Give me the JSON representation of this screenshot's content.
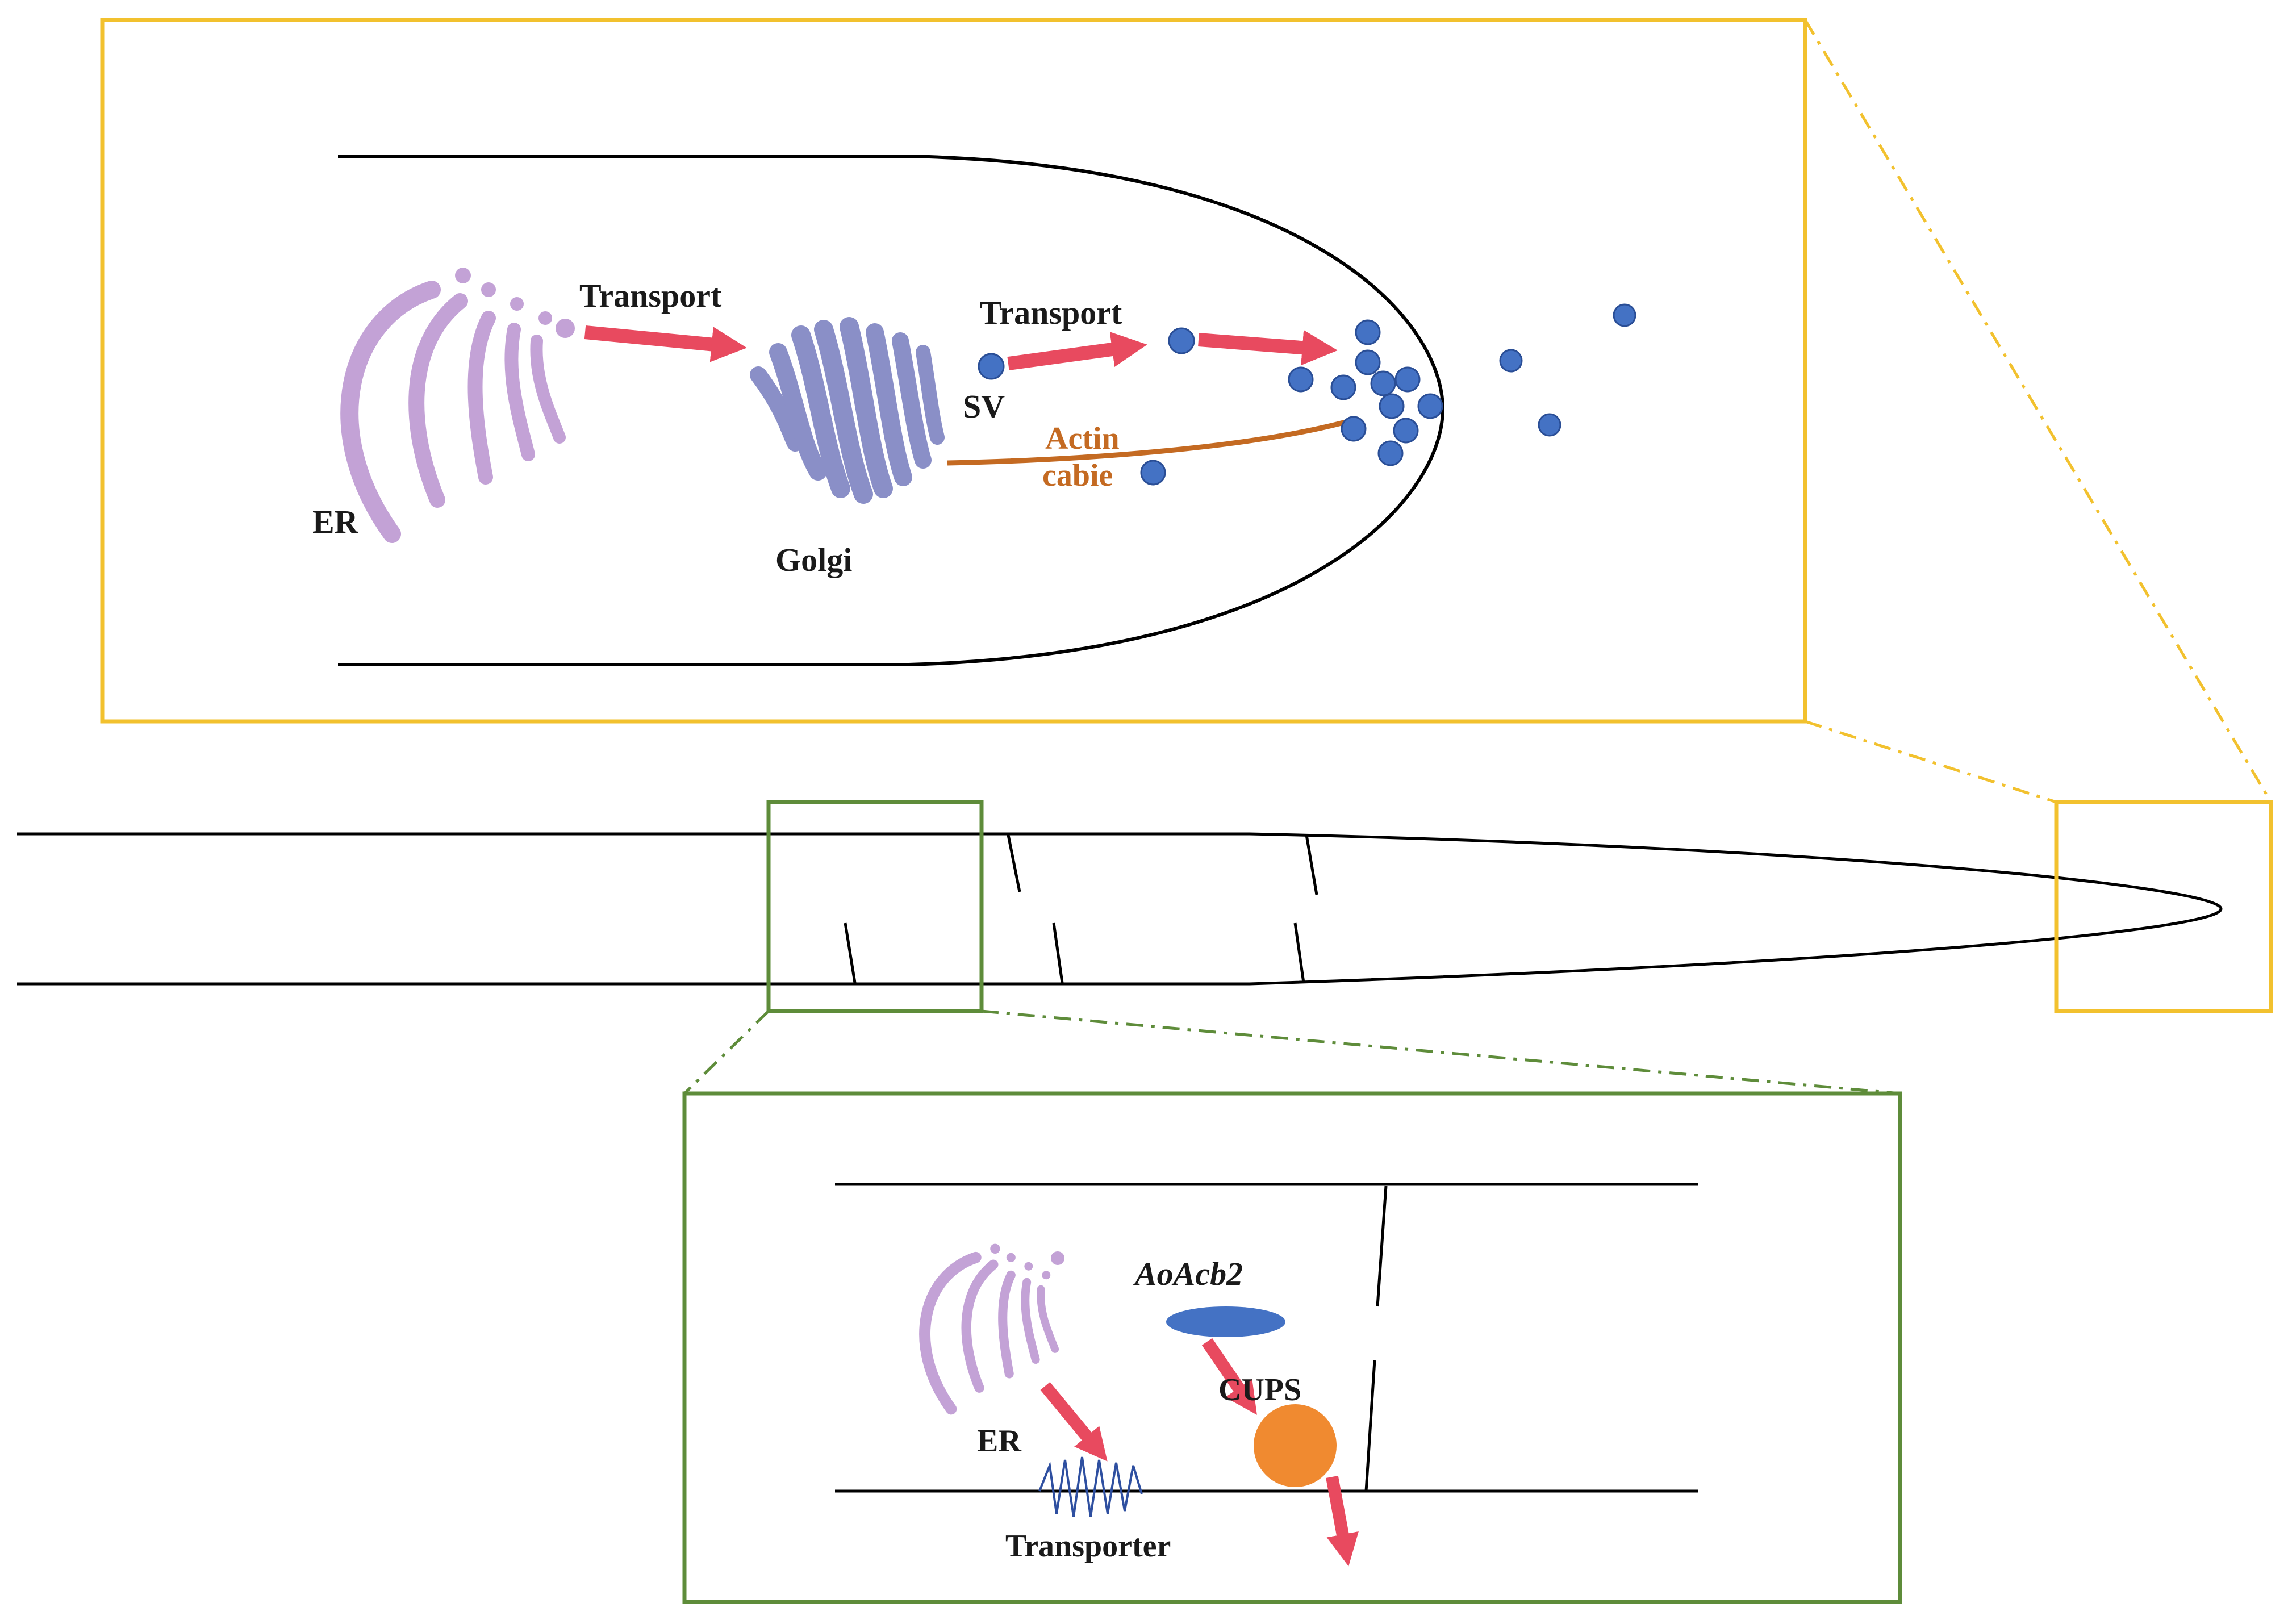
{
  "labels": {
    "top_er": "ER",
    "top_transport_1": "Transport",
    "golgi": "Golgi",
    "top_transport_2": "Transport",
    "sv": "SV",
    "actin_line1": "Actin",
    "actin_line2": "cabie",
    "bottom_er": "ER",
    "aoacb2": "AoAcb2",
    "cups": "CUPS",
    "transporter": "Transporter"
  },
  "colors": {
    "tip_frame": "#F2C12E",
    "septum_frame": "#5E8C3A",
    "er": "#C3A2D6",
    "golgi": "#8A8FC7",
    "vesicle": "#4472C4",
    "arrow": "#E84A5F",
    "actin": "#C46A22",
    "aoacb2": "#4472C4",
    "cups": "#F08A30",
    "transporter": "#2E4FA0",
    "line": "#000000"
  },
  "icons": [
    "er-organelle-icon",
    "golgi-icon",
    "vesicle-icon",
    "transporter-icon"
  ]
}
